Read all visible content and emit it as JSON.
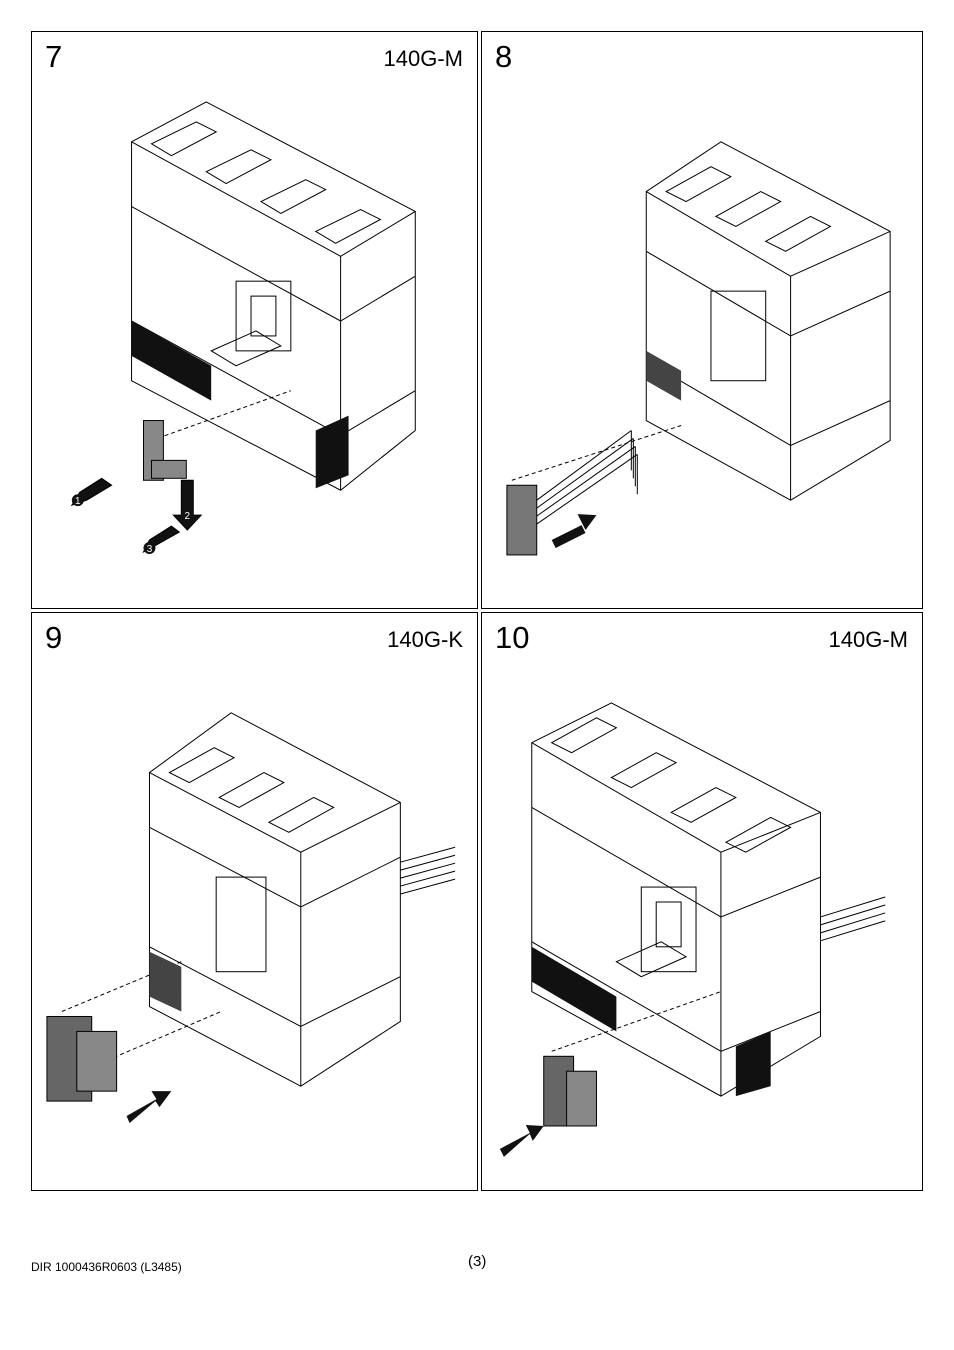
{
  "panels": [
    {
      "step": "7",
      "model": "140G-M"
    },
    {
      "step": "8",
      "model": ""
    },
    {
      "step": "9",
      "model": "140G-K"
    },
    {
      "step": "10",
      "model": "140G-M"
    }
  ],
  "callouts": [
    "1",
    "2",
    "3"
  ],
  "footer": {
    "doc_ref": "DIR 1000436R0603 (L3485)",
    "page_number": "(3)"
  }
}
